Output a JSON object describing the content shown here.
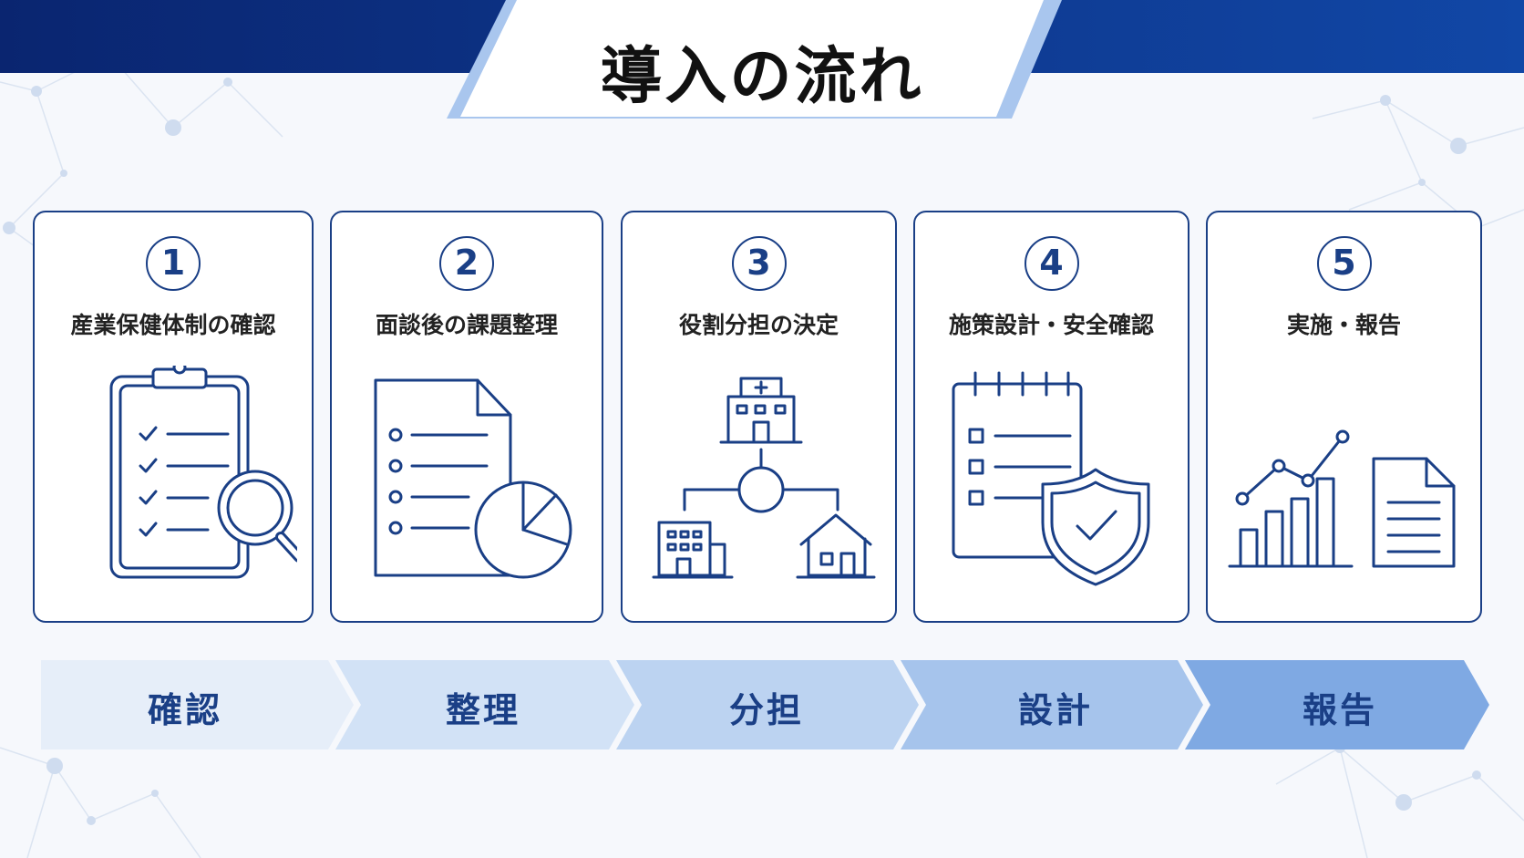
{
  "title": "導入の流れ",
  "colors": {
    "navy": "#0b2a7a",
    "accent": "#1a3f86",
    "light_blue": "#a9c6ee"
  },
  "steps": [
    {
      "number": "1",
      "title": "産業保健体制の確認",
      "icon": "clipboard-checklist-magnifier-icon"
    },
    {
      "number": "2",
      "title": "面談後の課題整理",
      "icon": "document-list-pie-chart-icon"
    },
    {
      "number": "3",
      "title": "役割分担の決定",
      "icon": "hospital-network-icon"
    },
    {
      "number": "4",
      "title": "施策設計・安全確認",
      "icon": "calendar-checklist-shield-icon"
    },
    {
      "number": "5",
      "title": "実施・報告",
      "icon": "bar-chart-report-icon"
    }
  ],
  "flow": [
    "確認",
    "整理",
    "分担",
    "設計",
    "報告"
  ]
}
